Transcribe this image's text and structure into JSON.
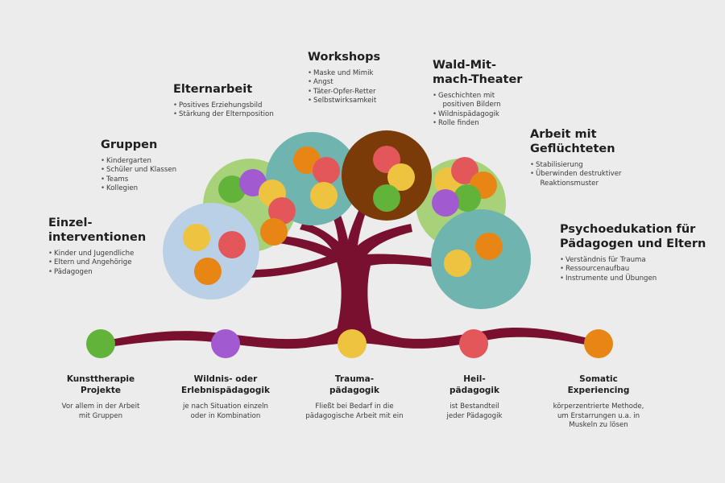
{
  "colors": {
    "background": "#ececec",
    "trunk": "#7a1030",
    "green": "#62b33a",
    "purple": "#a25ad0",
    "yellow": "#eec340",
    "red": "#e3575a",
    "orange": "#e88615",
    "crown_light_green": "#a8d27a",
    "crown_light_blue": "#b9d0e6",
    "crown_teal": "#6fb4ae",
    "crown_brown": "#7a3b08"
  },
  "branches": [
    {
      "title_lines": [
        "Einzel-",
        "interventionen"
      ],
      "items": [
        "Kinder und Jugendliche",
        "Eltern und Angehörige",
        "Pädagogen"
      ]
    },
    {
      "title_lines": [
        "Gruppen"
      ],
      "items": [
        "Kindergarten",
        "Schüler und Klassen",
        "Teams",
        "Kollegien"
      ]
    },
    {
      "title_lines": [
        "Elternarbeit"
      ],
      "items": [
        "Positives Erziehungsbild",
        "Stärkung der Elternposition"
      ]
    },
    {
      "title_lines": [
        "Workshops"
      ],
      "items": [
        "Maske und Mimik",
        "Angst",
        "Täter-Opfer-Retter",
        "Selbstwirksamkeit"
      ]
    },
    {
      "title_lines": [
        "Wald-Mit-",
        "mach-Theater"
      ],
      "items": [
        "Geschichten mit\n  positiven Bildern",
        "Wildnispädagogik",
        "Rolle finden"
      ]
    },
    {
      "title_lines": [
        "Arbeit mit",
        "Geflüchteten"
      ],
      "items": [
        "Stabilisierung",
        "Überwinden destruktiver\n  Reaktionsmuster"
      ]
    },
    {
      "title_lines": [
        "Psychoedukation für",
        "Pädagogen und Eltern"
      ],
      "items": [
        "Verständnis für Trauma",
        "Ressourcenaufbau",
        "Instrumente und Übungen"
      ]
    }
  ],
  "roots": [
    {
      "color": "green",
      "title_lines": [
        "Kunsttherapie",
        "Projekte"
      ],
      "desc_lines": [
        "Vor allem in der Arbeit",
        "mit Gruppen"
      ]
    },
    {
      "color": "purple",
      "title_lines": [
        "Wildnis- oder",
        "Erlebnispädagogik"
      ],
      "desc_lines": [
        "je nach Situation einzeln",
        "oder in Kombination"
      ]
    },
    {
      "color": "yellow",
      "title_lines": [
        "Trauma-",
        "pädagogik"
      ],
      "desc_lines": [
        "Fließt bei Bedarf in die",
        "pädagogische Arbeit mit ein"
      ]
    },
    {
      "color": "red",
      "title_lines": [
        "Heil-",
        "pädagogik"
      ],
      "desc_lines": [
        "ist Bestandteil",
        "jeder Pädagogik"
      ]
    },
    {
      "color": "orange",
      "title_lines": [
        "Somatic",
        "Experiencing"
      ],
      "desc_lines": [
        "körperzentrierte Methode,",
        "um Erstarrungen u.a. in",
        "Muskeln zu lösen"
      ]
    }
  ]
}
